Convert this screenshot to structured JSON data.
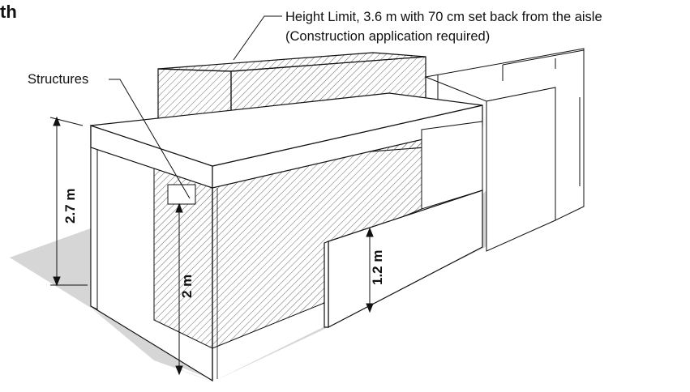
{
  "corner_title": "th",
  "labels": {
    "height_limit_line1": "Height Limit, 3.6 m with 70 cm set back from the aisle",
    "height_limit_line2": "(Construction application required)",
    "structures": "Structures"
  },
  "dimensions": {
    "wall_height": "2.7 m",
    "structure_height": "2 m",
    "low_wall_height": "1.2 m"
  },
  "colors": {
    "floor": "#d6d6d6",
    "line": "#111111",
    "hatch": "#555555",
    "panel": "#ffffff"
  }
}
